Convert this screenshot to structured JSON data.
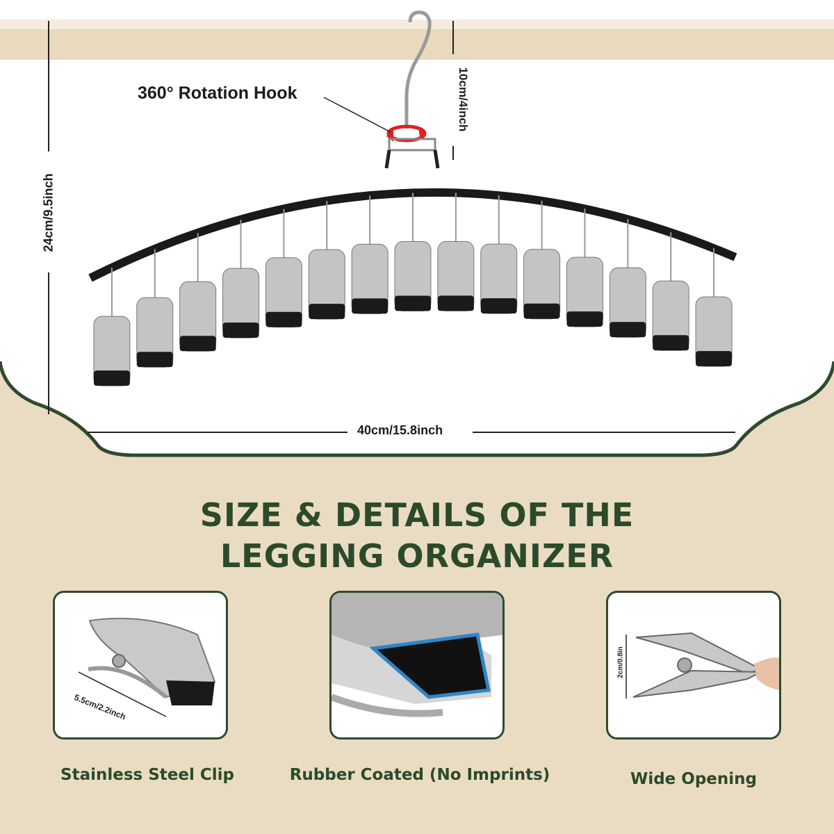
{
  "dimensions": {
    "rotation_hook": "360°  Rotation Hook",
    "hook_height": "10cm/4inch",
    "total_height": "24cm/9.5inch",
    "total_width": "40cm/15.8inch"
  },
  "headline": {
    "line1": "SIZE & DETAILS OF THE",
    "line2": "LEGGING ORGANIZER"
  },
  "features": [
    {
      "caption": "Stainless Steel Clip",
      "measure": "5.5cm/2.2inch"
    },
    {
      "caption": "Rubber Coated (No Imprints)"
    },
    {
      "caption": "Wide Opening",
      "measure": "2cm/0.8in"
    }
  ],
  "colors": {
    "beige": "#eadcc2",
    "dark_green": "#2b4a2c",
    "rotation_arrow": "#e02020",
    "rubber_outline": "#2f86c6"
  },
  "icons": [
    "hanger-icon",
    "rotation-arrow-icon",
    "clip-icon"
  ]
}
